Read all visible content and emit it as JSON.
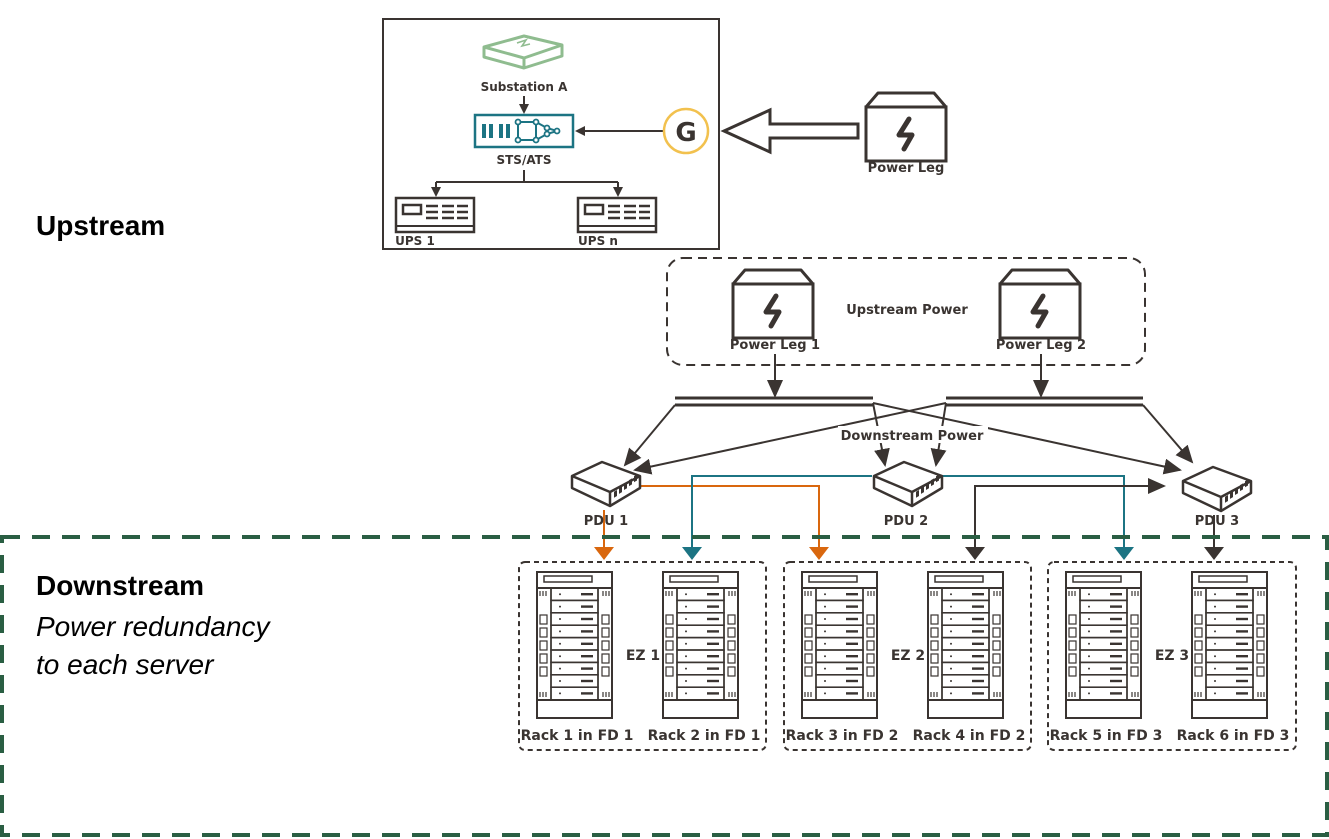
{
  "sections": {
    "upstream": {
      "title": "Upstream"
    },
    "downstream": {
      "title": "Downstream",
      "subtitle_line1": "Power redundancy",
      "subtitle_line2": "to each server"
    }
  },
  "upstream_box": {
    "substation_label": "Substation A",
    "switch_label": "STS/ATS",
    "generator_label": "G",
    "ups": [
      "UPS 1",
      "UPS n"
    ]
  },
  "external_power_leg": {
    "label": "Power Leg"
  },
  "upstream_power": {
    "group_label": "Upstream Power",
    "legs": [
      "Power Leg 1",
      "Power Leg 2"
    ]
  },
  "downstream_power": {
    "label": "Downstream Power"
  },
  "pdus": [
    "PDU 1",
    "PDU 2",
    "PDU 3"
  ],
  "zones": [
    {
      "label": "EZ 1",
      "racks": [
        "Rack 1 in FD 1",
        "Rack 2 in FD 1"
      ]
    },
    {
      "label": "EZ 2",
      "racks": [
        "Rack 3 in FD 2",
        "Rack 4 in FD 2"
      ]
    },
    {
      "label": "EZ 3",
      "racks": [
        "Rack 5 in FD 3",
        "Rack 6 in FD 3"
      ]
    }
  ],
  "feeds": [
    {
      "from": "PDU 1",
      "to": [
        "Rack 1 in FD 1",
        "Rack 3 in FD 2"
      ],
      "color": "#d9670e"
    },
    {
      "from": "PDU 2",
      "to": [
        "Rack 2 in FD 1",
        "Rack 5 in FD 3"
      ],
      "color": "#1c7483"
    },
    {
      "from": "PDU 3",
      "to": [
        "Rack 4 in FD 2",
        "Rack 6 in FD 3"
      ],
      "color": "#3a3431"
    }
  ],
  "colors": {
    "ink": "#3a3431",
    "substation_green": "#8fbc8f",
    "switch_teal": "#1c7483",
    "generator_ring": "#f2c14e",
    "downstream_border": "#2a5e43",
    "pdu1_feed": "#d9670e",
    "pdu2_feed": "#1c7483",
    "pdu3_feed": "#3a3431"
  }
}
